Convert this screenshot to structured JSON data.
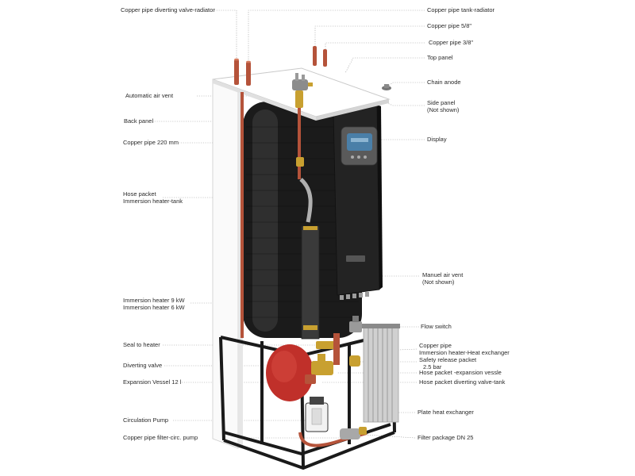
{
  "left_labels": {
    "pipe_diverting_valve_radiator": "Copper pipe diverting valve-radiator",
    "automatic_air_vent": "Automatic air vent",
    "back_panel": "Back panel",
    "copper_pipe_220": "Copper pipe 220 mm",
    "hose_packet_line1": "Hose packet",
    "hose_packet_line2": "Immersion heater-tank",
    "immersion_heater_line1": "Immersion heater 9 kW",
    "immersion_heater_line2": "Immersion heater 6 kW",
    "seal_to_heater": "Seal to heater",
    "diverting_valve": "Diverting valve",
    "expansion_vessel": "Expansion Vessel 12 l",
    "circulation_pump": "Circulation Pump",
    "pipe_filter_circ_pump": "Copper pipe filter-circ. pump"
  },
  "right_labels": {
    "pipe_tank_radiator": "Copper pipe tank-radiator",
    "pipe_5_8": "Copper pipe 5/8\"",
    "pipe_3_8": "Copper pipe 3/8\"",
    "top_panel": "Top panel",
    "chain_anode": "Chain anode",
    "side_panel_line1": "Side panel",
    "side_panel_line2": "(Not shown)",
    "display": "Display",
    "manual_air_vent_line1": "Manuel air vent",
    "manual_air_vent_line2": "(Not shown)",
    "flow_switch": "Flow switch",
    "copper_pipe_he_line1": "Copper pipe",
    "copper_pipe_he_line2": "Immersion heater-Heat exchanger",
    "safety_release_line1": "Safety release packet",
    "safety_release_line2": "2.5 bar",
    "hose_expansion_vessel": "Hose packet -expansion vessle",
    "hose_diverting_valve_tank": "Hose packet diverting valve-tank",
    "plate_heat_exchanger": "Plate heat exchanger",
    "filter_package": "Filter package DN 25"
  },
  "colors": {
    "copper": "#b5533a",
    "tank": "#1b1b1b",
    "panel": "#ffffff",
    "frame": "#1a1a1a",
    "expansion_vessel": "#c0302a",
    "brass": "#c8a030",
    "display_screen": "#4a7fa8"
  }
}
